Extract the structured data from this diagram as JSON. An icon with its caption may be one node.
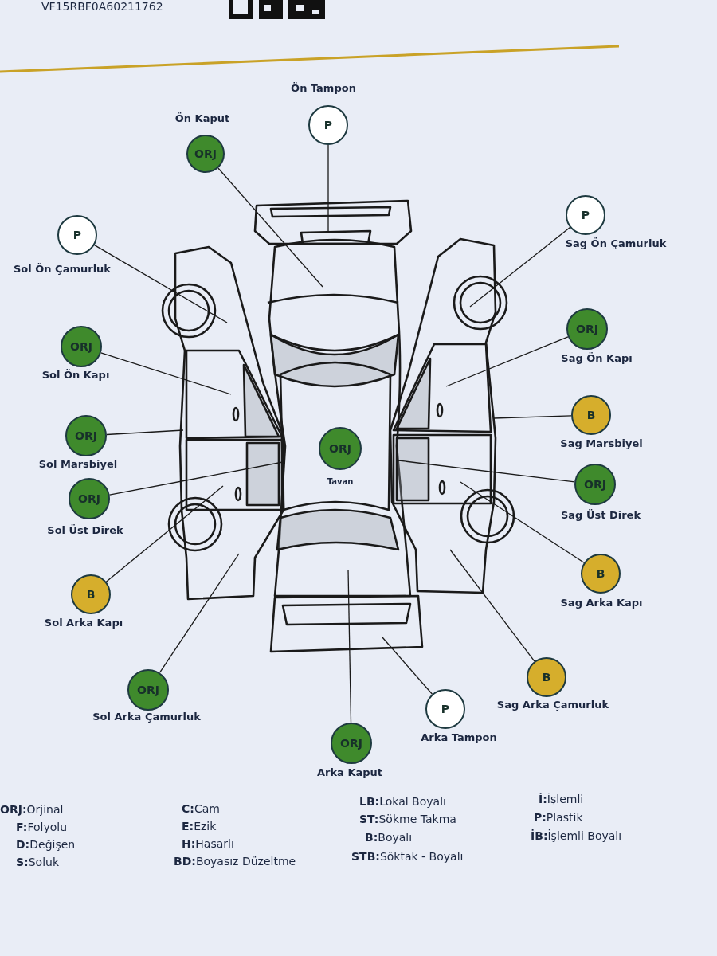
{
  "diagram": {
    "nodes": [
      {
        "text": [
          "P"
        ],
        "beside": [
          "Ön Tampon"
        ]
      },
      {
        "text": [
          "ORJ"
        ],
        "beside": [
          "Ön Kaput"
        ]
      },
      {
        "text": [
          "P"
        ],
        "beside": [
          "Sol Ön Çamurluk"
        ]
      },
      {
        "text": [
          "P"
        ],
        "beside": [
          "Sag Ön Çamurluk"
        ]
      },
      {
        "text": [
          "ORJ"
        ],
        "beside": [
          "Sol Ön Kapı"
        ]
      },
      {
        "text": [
          "ORJ"
        ],
        "beside": [
          "Sag Ön Kapı"
        ]
      },
      {
        "text": [
          "ORJ"
        ],
        "beside": [
          "Sol Marsbiyel"
        ]
      },
      {
        "text": [
          "B"
        ],
        "beside": [
          "Sag Marsbiyel"
        ]
      },
      {
        "text": [
          "ORJ"
        ],
        "beside": [
          "Tavan"
        ]
      },
      {
        "text": [
          "ORJ"
        ],
        "beside": [
          "Sol Üst Direk"
        ]
      },
      {
        "text": [
          "ORJ"
        ],
        "beside": [
          "Sag Üst Direk"
        ]
      },
      {
        "text": [
          "B"
        ],
        "beside": [
          "Sol Arka Kapı"
        ]
      },
      {
        "text": [
          "B"
        ],
        "beside": [
          "Sag Arka Kapı"
        ]
      },
      {
        "text": [
          "ORJ"
        ],
        "beside": [
          "Sol Arka Çamurluk"
        ]
      },
      {
        "text": [
          "B"
        ],
        "beside": [
          "Sag Arka Çamurluk"
        ]
      },
      {
        "text": [
          "P"
        ],
        "beside": [
          "Arka Tampon"
        ]
      },
      {
        "text": [
          "ORJ"
        ],
        "beside": [
          "Arka Kaput"
        ]
      }
    ],
    "edges": [
      {
        "from": 0,
        "to": null,
        "arrow": "none"
      },
      {
        "from": 1,
        "to": null,
        "arrow": "none"
      },
      {
        "from": 2,
        "to": null,
        "arrow": "none"
      },
      {
        "from": 3,
        "to": null,
        "arrow": "none"
      },
      {
        "from": 4,
        "to": null,
        "arrow": "none"
      },
      {
        "from": 5,
        "to": null,
        "arrow": "none"
      },
      {
        "from": 6,
        "to": null,
        "arrow": "none"
      },
      {
        "from": 7,
        "to": null,
        "arrow": "none"
      },
      {
        "from": 9,
        "to": null,
        "arrow": "none"
      },
      {
        "from": 10,
        "to": null,
        "arrow": "none"
      },
      {
        "from": 11,
        "to": null,
        "arrow": "none"
      },
      {
        "from": 12,
        "to": null,
        "arrow": "none"
      },
      {
        "from": 13,
        "to": null,
        "arrow": "none"
      },
      {
        "from": 14,
        "to": null,
        "arrow": "none"
      },
      {
        "from": 15,
        "to": null,
        "arrow": "none"
      },
      {
        "from": 16,
        "to": null,
        "arrow": "none"
      }
    ],
    "labels": [
      "VF15RBF0A60211762",
      "**ORJ:**Orjinal",
      "**F:**Folyolu",
      "**D:**Değişen",
      "**S:**Soluk",
      "**C:**Cam",
      "**E:**Ezik",
      "**H:**Hasarlı",
      "**BD:**Boyasız Düzeltme",
      "**LB:**Lokal Boyalı",
      "**ST:**Sökme Takma",
      "**B:**Boyalı",
      "**STB:**Söktak - Boyalı",
      "**İ:**İşlemli",
      "**P:**Plastik",
      "**İB:**İşlemli Boyalı"
    ]
  }
}
